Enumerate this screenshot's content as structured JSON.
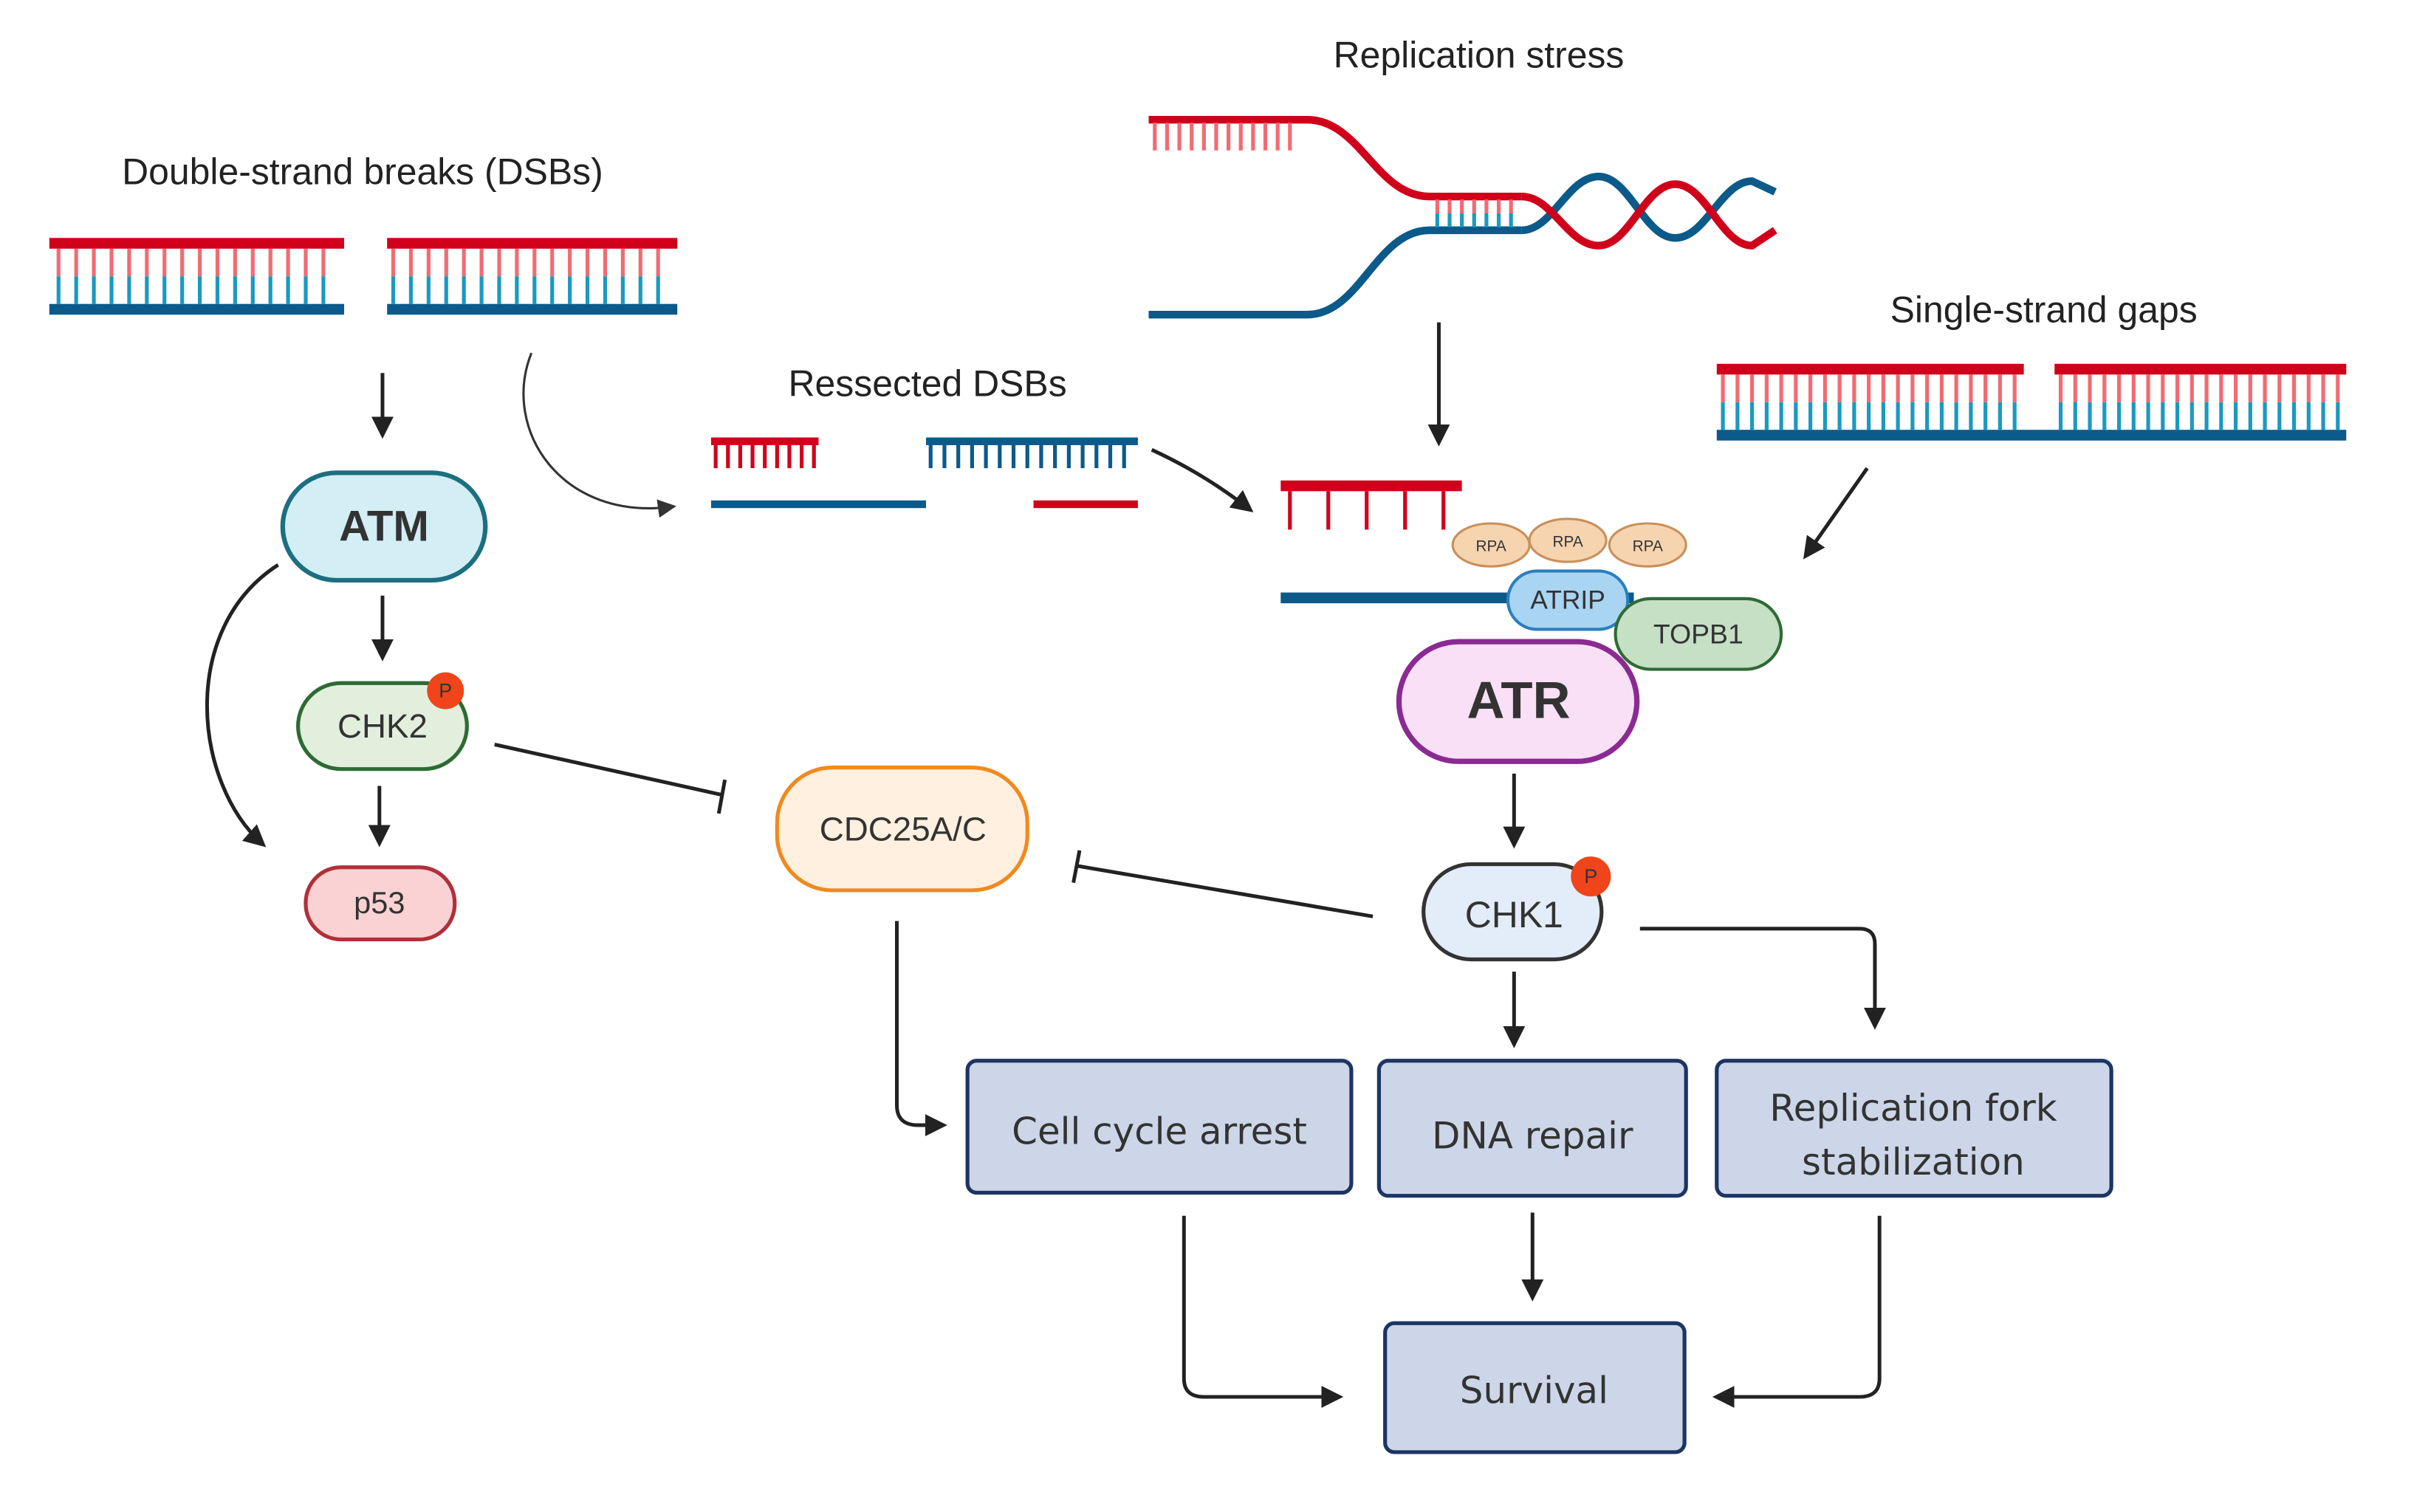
{
  "labels": {
    "dsb": "Double-strand breaks (DSBs)",
    "replication_stress": "Replication stress",
    "resected_dsbs": "Ressected DSBs",
    "single_strand_gaps": "Single-strand gaps"
  },
  "proteins": {
    "atm": "ATM",
    "chk2": "CHK2",
    "p53": "p53",
    "cdc25": "CDC25A/C",
    "atr": "ATR",
    "atrip": "ATRIP",
    "topb1": "TOPB1",
    "rpa": "RPA",
    "chk1": "CHK1",
    "phospho": "P"
  },
  "outcomes": {
    "cell_cycle_arrest": "Cell cycle arrest",
    "dna_repair": "DNA repair",
    "fork_line1": "Replication fork",
    "fork_line2": "stabilization",
    "survival": "Survival"
  },
  "colors": {
    "strand_red": "#d0021b",
    "strand_blue": "#0b5a8a",
    "atm_fill": "#d3eef5",
    "atm_stroke": "#1b6f80",
    "chk2_fill": "#e3efdd",
    "chk2_stroke": "#2e6b34",
    "p53_fill": "#fbd2d4",
    "p53_stroke": "#b0303a",
    "cdc25_fill": "#fff0e0",
    "cdc25_stroke": "#f08a1e",
    "atr_fill": "#f9e0f6",
    "atr_stroke": "#8a2a92",
    "chk1_fill": "#e3ecf9",
    "chk1_stroke": "#333333",
    "phospho": "#f0441a",
    "box_fill": "#ccd6e8",
    "box_stroke": "#1c3563"
  }
}
